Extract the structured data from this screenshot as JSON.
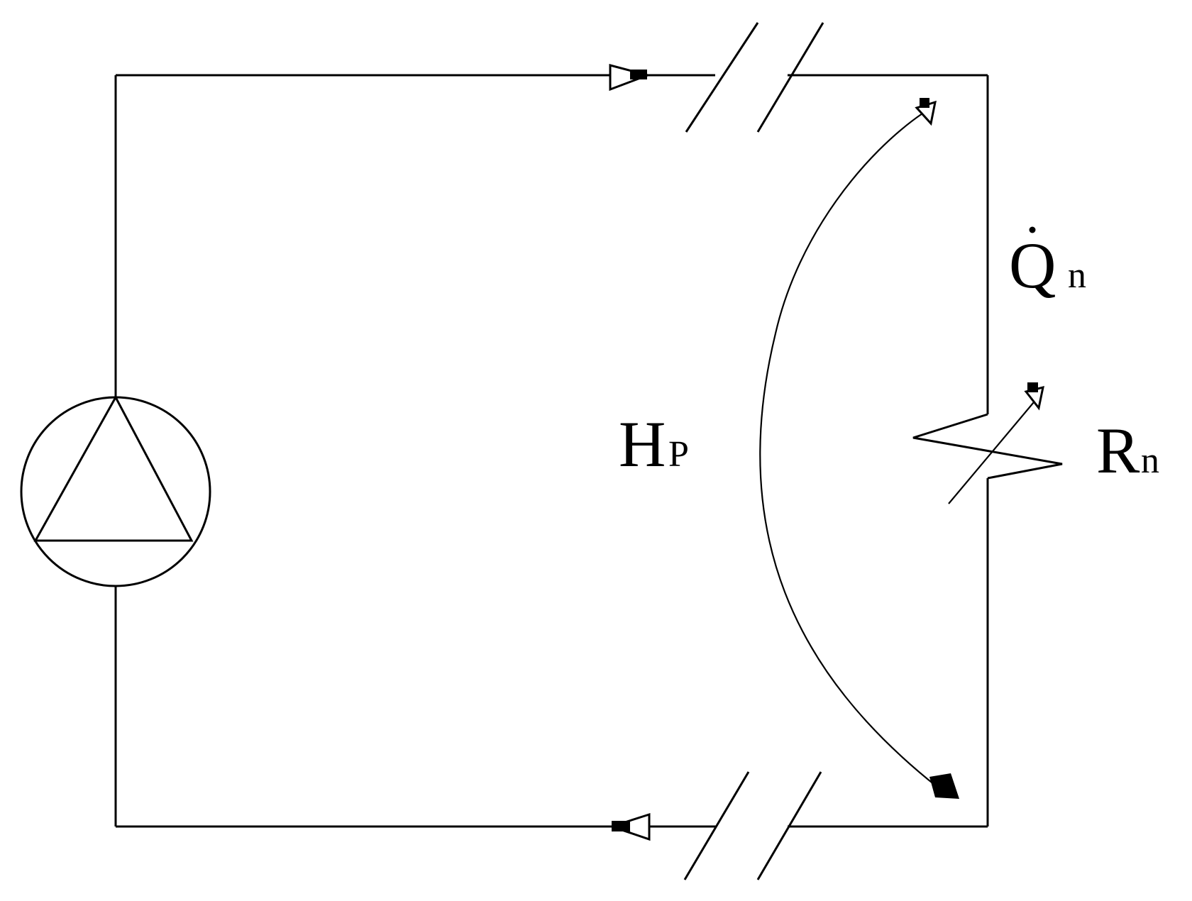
{
  "diagram": {
    "colors": {
      "line": "#000000",
      "background": "#ffffff"
    },
    "labels": {
      "pump_head": {
        "main": "H",
        "sub": "P"
      },
      "flow": {
        "main": "Q",
        "sub": "n"
      },
      "resistance": {
        "main": "R",
        "sub": "n"
      }
    },
    "components": {
      "pump": "pump-symbol",
      "resistor": "variable-resistor-symbol",
      "pipe_breaks": 2
    }
  }
}
